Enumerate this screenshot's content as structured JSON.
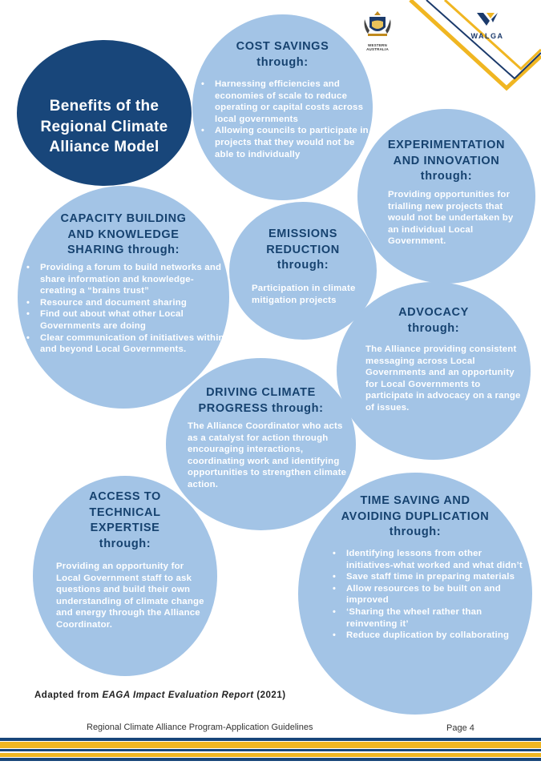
{
  "header": {
    "wa_logo_text": "WESTERN AUSTRALIA",
    "walga_logo_text": "WALGA"
  },
  "title": {
    "lines": [
      "Benefits of the",
      "Regional Climate",
      "Alliance Model"
    ]
  },
  "cost_savings": {
    "heading": [
      "COST SAVINGS",
      "through:"
    ],
    "bullets": [
      "Harnessing efficiencies and economies of scale to reduce operating or capital  costs across local governments",
      "Allowing councils to participate in projects that they would not be able to individually"
    ]
  },
  "experimentation": {
    "heading": [
      "EXPERIMENTATION",
      "AND INNOVATION",
      "through:"
    ],
    "text": "Providing opportunities for trialling new projects that would not be undertaken by an individual Local Government."
  },
  "capacity": {
    "heading": [
      "CAPACITY BUILDING",
      "AND KNOWLEDGE",
      "SHARING through:"
    ],
    "bullets": [
      "Providing a forum to build networks and share information and knowledge-creating a “brains trust”",
      "Resource and document sharing",
      "Find out about what other Local Governments are doing",
      "Clear communication of initiatives within and beyond Local Governments."
    ]
  },
  "emissions": {
    "heading": [
      "EMISSIONS",
      "REDUCTION",
      "through:"
    ],
    "text": "Participation in climate mitigation projects"
  },
  "advocacy": {
    "heading": [
      "ADVOCACY",
      "through:"
    ],
    "text": "The Alliance providing consistent messaging across Local Governments and an opportunity for Local Governments to participate in advocacy on a range of issues."
  },
  "driving": {
    "heading": [
      "DRIVING CLIMATE",
      "PROGRESS through:"
    ],
    "text": "The Alliance Coordinator who acts as a catalyst for action through encouraging interactions, coordinating work and identifying opportunities to strengthen climate action."
  },
  "access": {
    "heading": [
      "ACCESS TO",
      "TECHNICAL",
      "EXPERTISE",
      "through:"
    ],
    "text": "Providing an opportunity for Local Government staff to ask questions and build their own understanding of climate change and energy through the Alliance Coordinator."
  },
  "time_saving": {
    "heading": [
      "TIME SAVING AND",
      "AVOIDING DUPLICATION",
      "through:"
    ],
    "bullets": [
      "Identifying lessons from other initiatives-what worked and what didn’t",
      "Save staff time in preparing materials",
      "Allow resources to be built on and improved",
      "‘Sharing the wheel rather than reinventing it’",
      "Reduce duplication by collaborating"
    ]
  },
  "adapted": {
    "prefix": "Adapted from ",
    "source": "EAGA Impact Evaluation Report",
    "suffix": " (2021)"
  },
  "footer": {
    "text": "Regional Climate Alliance Program-Application Guidelines",
    "page": "Page 4"
  },
  "colors": {
    "navy": "#18467a",
    "light_blue": "#a3c4e6",
    "heading_blue": "#16426f",
    "gold": "#f0b622"
  }
}
